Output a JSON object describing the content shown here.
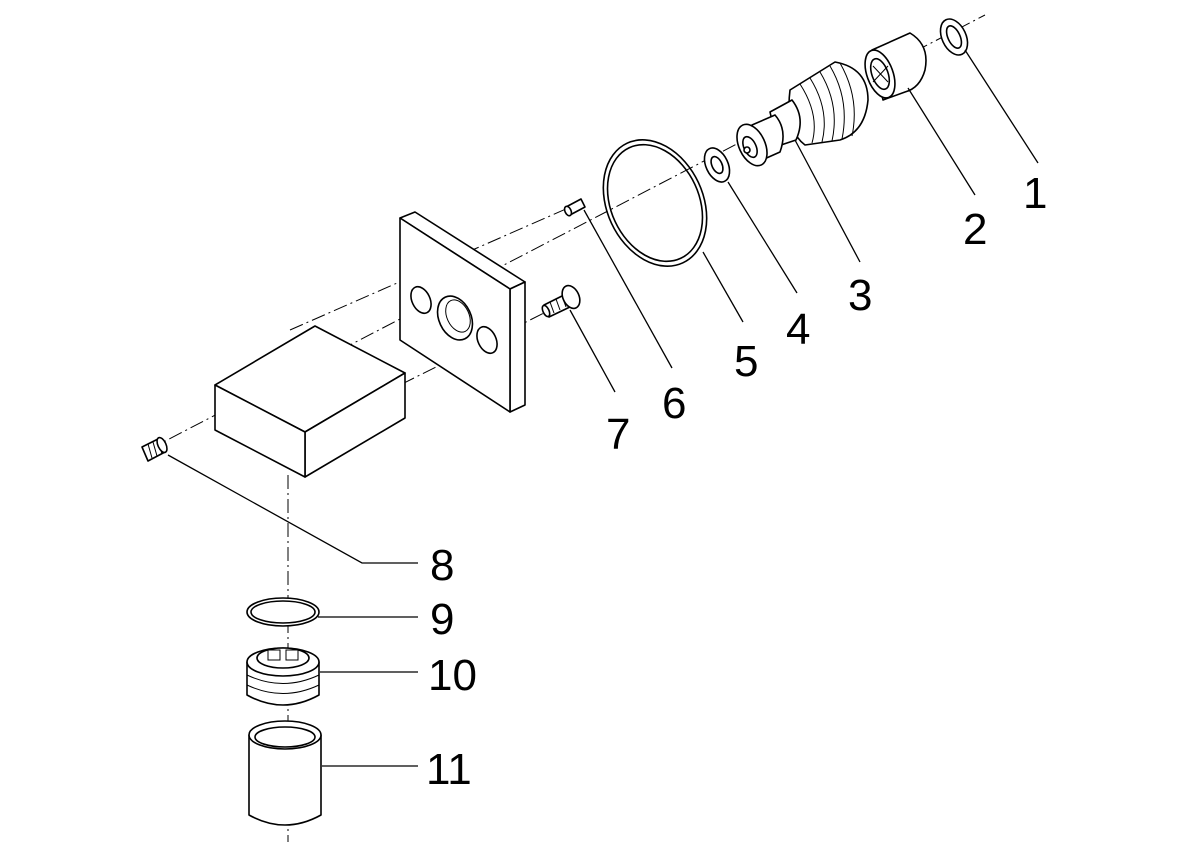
{
  "diagram": {
    "callouts": [
      {
        "id": "1",
        "text": "1"
      },
      {
        "id": "2",
        "text": "2"
      },
      {
        "id": "3",
        "text": "3"
      },
      {
        "id": "4",
        "text": "4"
      },
      {
        "id": "5",
        "text": "5"
      },
      {
        "id": "6",
        "text": "6"
      },
      {
        "id": "7",
        "text": "7"
      },
      {
        "id": "8",
        "text": "8"
      },
      {
        "id": "9",
        "text": "9"
      },
      {
        "id": "10",
        "text": "10"
      },
      {
        "id": "11",
        "text": "11"
      }
    ]
  },
  "colors": {
    "line": "#000000",
    "background": "#ffffff"
  }
}
